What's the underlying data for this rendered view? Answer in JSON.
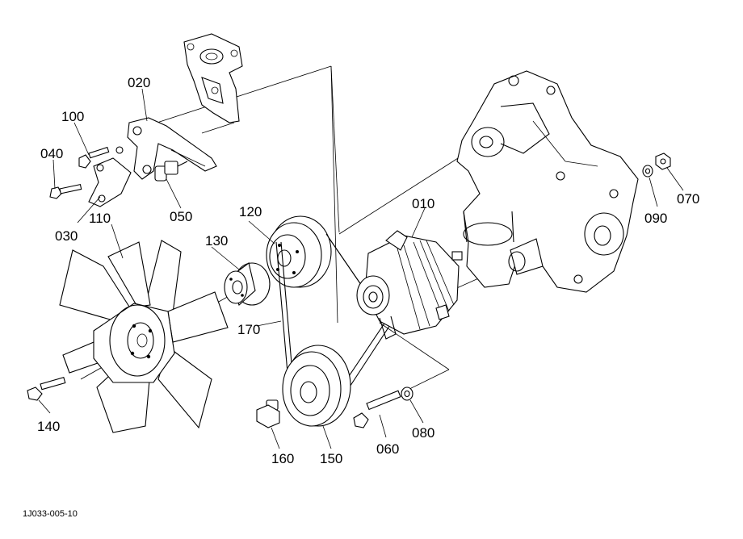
{
  "callouts": {
    "p010": "010",
    "p020": "020",
    "p030": "030",
    "p040": "040",
    "p050": "050",
    "p060": "060",
    "p070": "070",
    "p080": "080",
    "p090": "090",
    "p100": "100",
    "p110": "110",
    "p120": "120",
    "p130": "130",
    "p140": "140",
    "p150": "150",
    "p160": "160",
    "p170": "170"
  },
  "drawing_code": "1J033-005-10"
}
